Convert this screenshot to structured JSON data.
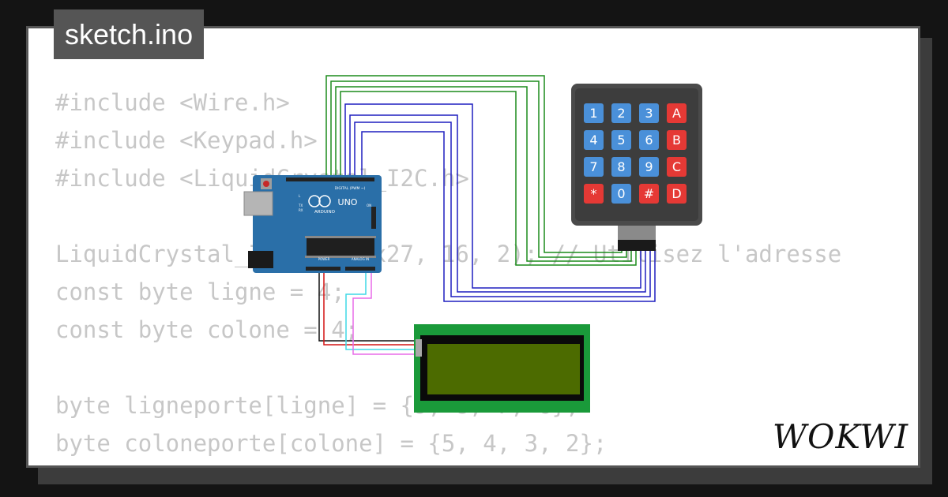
{
  "tab": {
    "filename": "sketch.ino"
  },
  "code_lines": [
    "#include <Wire.h>",
    "#include <Keypad.h>",
    "#include <LiquidCrystal_I2C.h>",
    "",
    "LiquidCrystal_I2C lcd(0x27, 16, 2); // Utilisez l'adresse",
    "const byte ligne = 4;",
    "const byte colone = 4;",
    "",
    "byte ligneporte[ligne] = {9, 8, 7, 6};",
    "byte coloneporte[colone] = {5, 4, 3, 2};"
  ],
  "arduino": {
    "model": "UNO",
    "brand": "ARDUINO",
    "digital_label": "DIGITAL (PWM ~)",
    "power_label": "POWER",
    "analog_label": "ANALOG IN",
    "tx_label": "TX",
    "rx_label": "RX",
    "on_label": "ON",
    "l_label": "L"
  },
  "keypad": {
    "rows": [
      [
        "1",
        "2",
        "3",
        "A"
      ],
      [
        "4",
        "5",
        "6",
        "B"
      ],
      [
        "7",
        "8",
        "9",
        "C"
      ],
      [
        "*",
        "0",
        "#",
        "D"
      ]
    ]
  },
  "logo": {
    "text": "WOKWI"
  },
  "colors": {
    "key_blue": "#4a90d9",
    "key_red": "#e53935",
    "wire_green": "#1c8c1c",
    "wire_blue": "#1f1fbf",
    "wire_red": "#d41414",
    "wire_cyan": "#3fd9e6",
    "wire_magenta": "#e86be8",
    "board_teal": "#2a6fa8",
    "lcd_pcb": "#1a9a3a",
    "lcd_screen": "#4c6b00"
  }
}
